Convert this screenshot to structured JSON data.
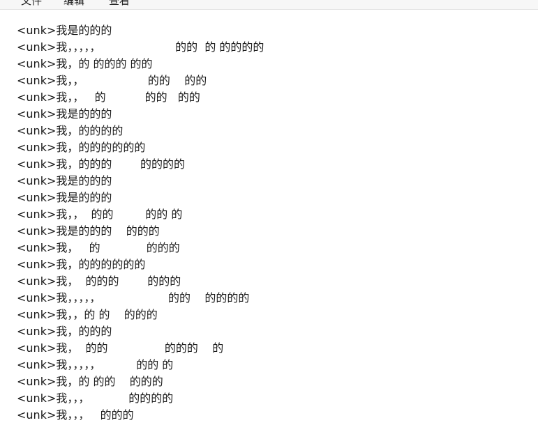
{
  "menubar": {
    "items": [
      {
        "label": "文件"
      },
      {
        "label": "编辑"
      },
      {
        "label": "查看"
      }
    ]
  },
  "document": {
    "lines": [
      "<unk>我是的的的",
      "<unk>我，，，，，                     的的  的 的的的的",
      "<unk>我，的 的的的 的的",
      "<unk>我，，                  的的    的的",
      "<unk>我，，   的           的的   的的",
      "<unk>我是的的的",
      "<unk>我，的的的的",
      "<unk>我，的的的的的的",
      "<unk>我，的的的        的的的的",
      "<unk>我是的的的",
      "<unk>我是的的的",
      "<unk>我，，  的的         的的 的",
      "<unk>我是的的的    的的的",
      "<unk>我，   的             的的的",
      "<unk>我，的的的的的的",
      "<unk>我，  的的的        的的的",
      "<unk>我，，，，，                   的的    的的的的",
      "<unk>我，，的 的    的的的",
      "<unk>我，的的的",
      "<unk>我，  的的                的的的    的",
      "<unk>我，，，，，          的的 的",
      "<unk>我，的 的的    的的的",
      "<unk>我，，，           的的的的",
      "<unk>我，，，   的的的"
    ]
  }
}
